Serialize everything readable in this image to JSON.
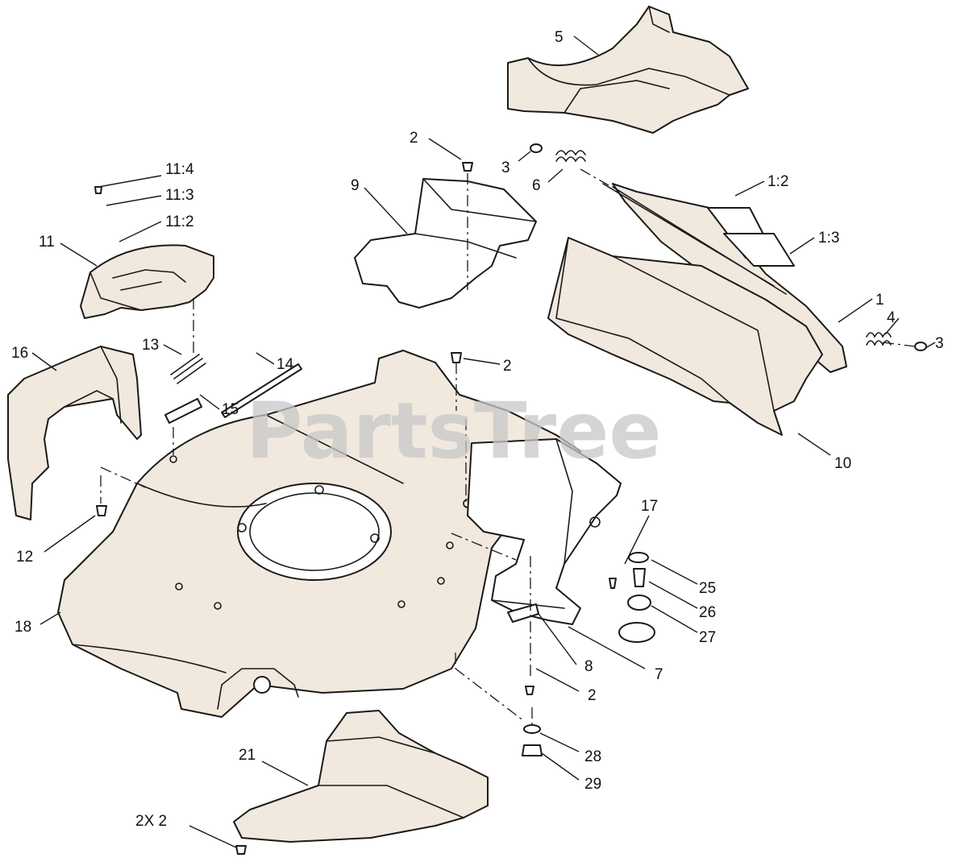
{
  "watermark": "PartsTree",
  "callouts": {
    "c5": "5",
    "c2a": "2",
    "c3a": "3",
    "c6": "6",
    "c9": "9",
    "c11_4": "11:4",
    "c11_3": "11:3",
    "c11_2": "11:2",
    "c11": "11",
    "c1_2": "1:2",
    "c1_3": "1:3",
    "c1": "1",
    "c4": "4",
    "c3b": "3",
    "c16": "16",
    "c13": "13",
    "c14": "14",
    "c2b": "2",
    "c15": "15",
    "c10": "10",
    "c12": "12",
    "c17": "17",
    "c25": "25",
    "c26": "26",
    "c27": "27",
    "c18": "18",
    "c8": "8",
    "c7": "7",
    "c2c": "2",
    "c28": "28",
    "c21": "21",
    "c29": "29",
    "c2x2": "2X 2"
  }
}
